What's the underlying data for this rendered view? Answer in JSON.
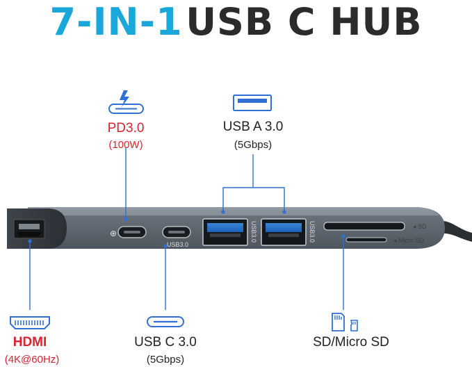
{
  "title": {
    "part1": "7-IN-1",
    "part2": "USB C HUB"
  },
  "ports": {
    "pd": {
      "label": "PD3.0",
      "detail": "(100W)"
    },
    "usb_a": {
      "label": "USB A 3.0",
      "detail": "(5Gbps)"
    },
    "hdmi": {
      "label": "HDMI",
      "detail": "(4K@60Hz)"
    },
    "usb_c": {
      "label": "USB C 3.0",
      "detail": "(5Gbps)"
    },
    "card": {
      "label": "SD/Micro SD"
    }
  },
  "device_marks": {
    "usbc_port": "USB3.0",
    "usba_port": "USB3.0",
    "sd_slot": "SD",
    "microsd_slot": "Micro SD"
  },
  "colors": {
    "accent": "#1aa7d9",
    "line": "#2f6fd6",
    "red": "#d9232e",
    "body": "#5d6670"
  },
  "icons": [
    "lightning-c-port-icon",
    "usb-a-port-icon",
    "hdmi-port-icon",
    "usb-c-port-icon",
    "sd-card-icon",
    "micro-sd-card-icon"
  ]
}
